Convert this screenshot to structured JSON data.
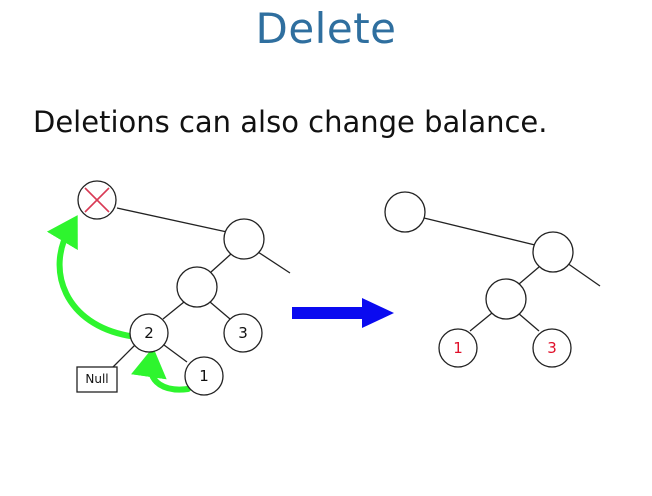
{
  "slide": {
    "title": "Delete",
    "subtitle": "Deletions can also change balance."
  },
  "left_tree": {
    "nodes": {
      "deleted": "",
      "root": "",
      "left_child": "",
      "node_2": "2",
      "node_3": "3",
      "node_1": "1"
    },
    "null_label": "Null"
  },
  "right_tree": {
    "nodes": {
      "detached": "",
      "root": "",
      "left_child": "",
      "node_1": "1",
      "node_3": "3"
    }
  },
  "colors": {
    "title": "#2f6f9f",
    "arrow_green": "#2ef52e",
    "arrow_blue": "#0a0af0",
    "delete_mark": "#d93a55",
    "balanced_label": "#e0102a"
  }
}
